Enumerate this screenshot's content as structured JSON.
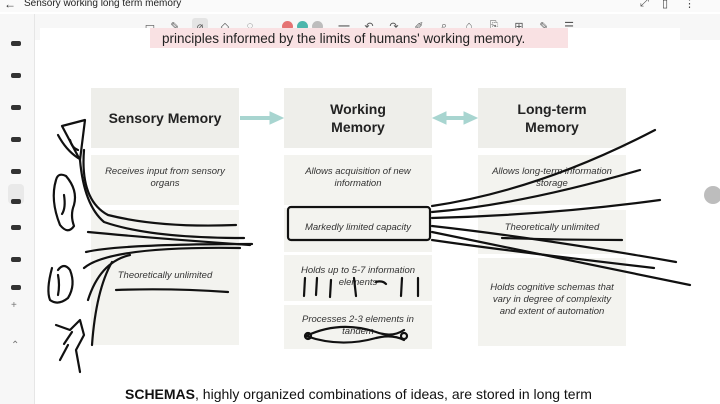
{
  "app": {
    "title": "Sensory working long term memory",
    "back_label": "←"
  },
  "colors": {
    "pen_red": "#e57373",
    "pen_teal": "#4db6ac",
    "pen_gray": "#bdbdbd",
    "highlight": "#f9e1e3",
    "box": "#eeeeea",
    "arrow": "#a8d5d0"
  },
  "slide": {
    "banner_text": "principles informed by the limits of humans' working memory.",
    "columns": [
      {
        "title": "Sensory Memory",
        "rows": [
          "Receives input from sensory organs",
          "Theoretically unlimited"
        ]
      },
      {
        "title": "Working Memory",
        "rows": [
          "Allows acquisition of new information",
          "Markedly limited capacity",
          "Holds up to 5-7 information elements",
          "Processes 2-3 elements in tandem"
        ]
      },
      {
        "title": "Long-term Memory",
        "rows": [
          "Allows long-term information storage",
          "Theoretically unlimited",
          "Holds cognitive schemas that vary in degree of complexity and extent of automation"
        ]
      }
    ],
    "bottom_bold": "SCHEMAS",
    "bottom_rest": ", highly organized combinations of ideas, are stored in long term"
  }
}
